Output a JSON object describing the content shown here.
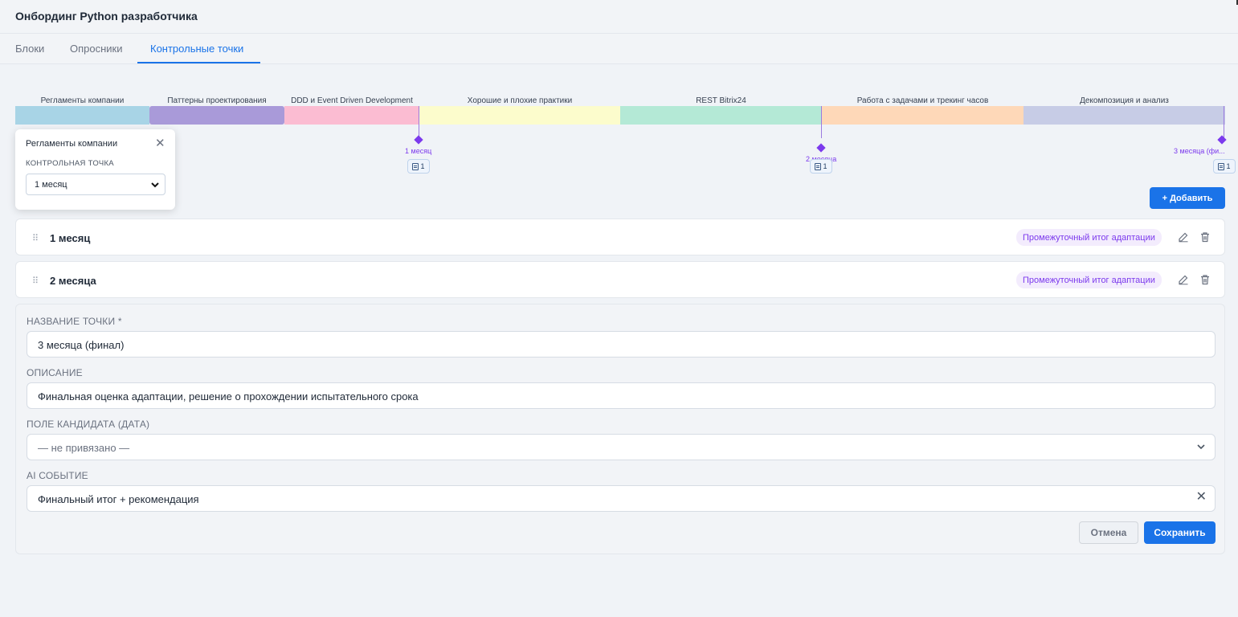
{
  "header": {
    "title": "Онбординг Python разработчика"
  },
  "tabs": [
    {
      "label": "Блоки",
      "active": false
    },
    {
      "label": "Опросники",
      "active": false
    },
    {
      "label": "Контрольные точки",
      "active": true
    }
  ],
  "timeline": {
    "segments": [
      {
        "label": "Регламенты компании",
        "color": "#a8d4e6"
      },
      {
        "label": "Паттерны проектирования",
        "color": "#a99ad9"
      },
      {
        "label": "DDD и Event Driven Development",
        "color": "#fbbcd2"
      },
      {
        "label": "Хорошие и плохие практики",
        "color": "#fcfccc"
      },
      {
        "label": "REST Bitrix24",
        "color": "#b4e9d6"
      },
      {
        "label": "Работа с задачами и трекинг часов",
        "color": "#fed8b8"
      },
      {
        "label": "Декомпозиция и анализ",
        "color": "#c7cce6"
      }
    ],
    "checkpoints": [
      {
        "label": "1 месяц",
        "badge": "1"
      },
      {
        "label": "2 месяца",
        "badge": "1"
      },
      {
        "label": "3 месяца (фи...",
        "badge": "1"
      }
    ]
  },
  "popover": {
    "title": "Регламенты компании",
    "caption": "КОНТРОЛЬНАЯ ТОЧКА",
    "selected": "1 месяц"
  },
  "add_button": "+ Добавить",
  "checkpoint_rows": [
    {
      "name": "1 месяц",
      "tag": "Промежуточный итог адаптации"
    },
    {
      "name": "2 месяца",
      "tag": "Промежуточный итог адаптации"
    }
  ],
  "form": {
    "name_label": "НАЗВАНИЕ ТОЧКИ *",
    "name_value": "3 месяца (финал)",
    "desc_label": "ОПИСАНИЕ",
    "desc_value": "Финальная оценка адаптации, решение о прохождении испытательного срока",
    "field_label": "ПОЛЕ КАНДИДАТА (ДАТА)",
    "field_value": "— не привязано —",
    "ai_label": "AI СОБЫТИЕ",
    "ai_value": "Финальный итог + рекомендация",
    "cancel": "Отмена",
    "save": "Сохранить"
  }
}
